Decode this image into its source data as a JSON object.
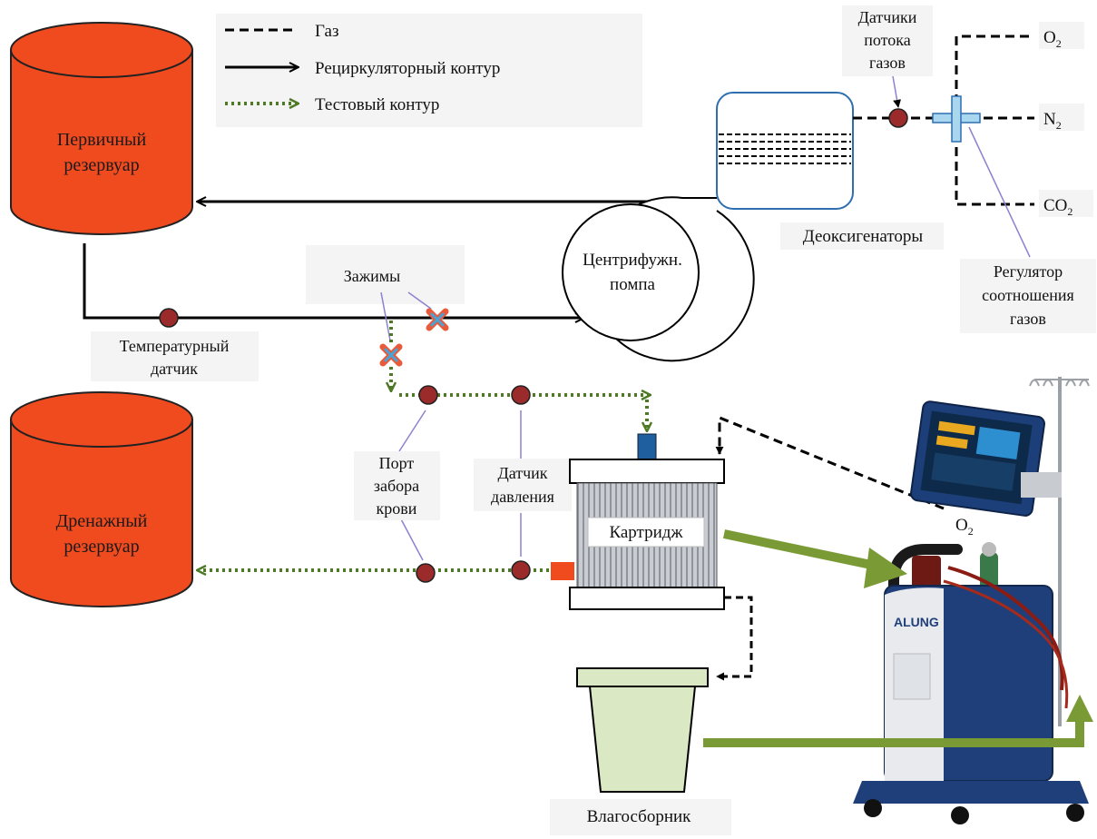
{
  "legend": {
    "gas": "Газ",
    "recirc": "Рециркуляторный контур",
    "test": "Тестовый контур"
  },
  "tanks": {
    "primary_line1": "Первичный",
    "primary_line2": "резервуар",
    "drain_line1": "Дренажный",
    "drain_line2": "резервуар"
  },
  "pump": {
    "line1": "Центрифужн.",
    "line2": "помпа"
  },
  "deoxygenator": "Деоксигенаторы",
  "flow_sensors": {
    "line1": "Датчики",
    "line2": "потока",
    "line3": "газов"
  },
  "ratio_regulator": {
    "line1": "Регулятор",
    "line2": "соотношения",
    "line3": "газов"
  },
  "gases": {
    "o2": "O",
    "o2_sub": "2",
    "n2": "N",
    "n2_sub": "2",
    "co2": "CO",
    "co2_sub": "2",
    "device_o2": "O",
    "device_o2_sub": "2"
  },
  "clamps": "Зажимы",
  "temp_sensor": {
    "line1": "Температурный",
    "line2": "датчик"
  },
  "blood_port": {
    "line1": "Порт",
    "line2": "забора",
    "line3": "крови"
  },
  "pressure_sensor": {
    "line1": "Датчик",
    "line2": "давления"
  },
  "cartridge": "Картридж",
  "water_trap": "Влагосборник",
  "device_brand": "ALUNG",
  "colors": {
    "tank": "#f04a1f",
    "sensor": "#9b2a2a",
    "test_line": "#4f7a25",
    "arrow_green": "#7a9a35",
    "deox_border": "#2f6fb0",
    "clamp_x": "#e85a3a",
    "clamp_center": "#4aa3d8"
  }
}
